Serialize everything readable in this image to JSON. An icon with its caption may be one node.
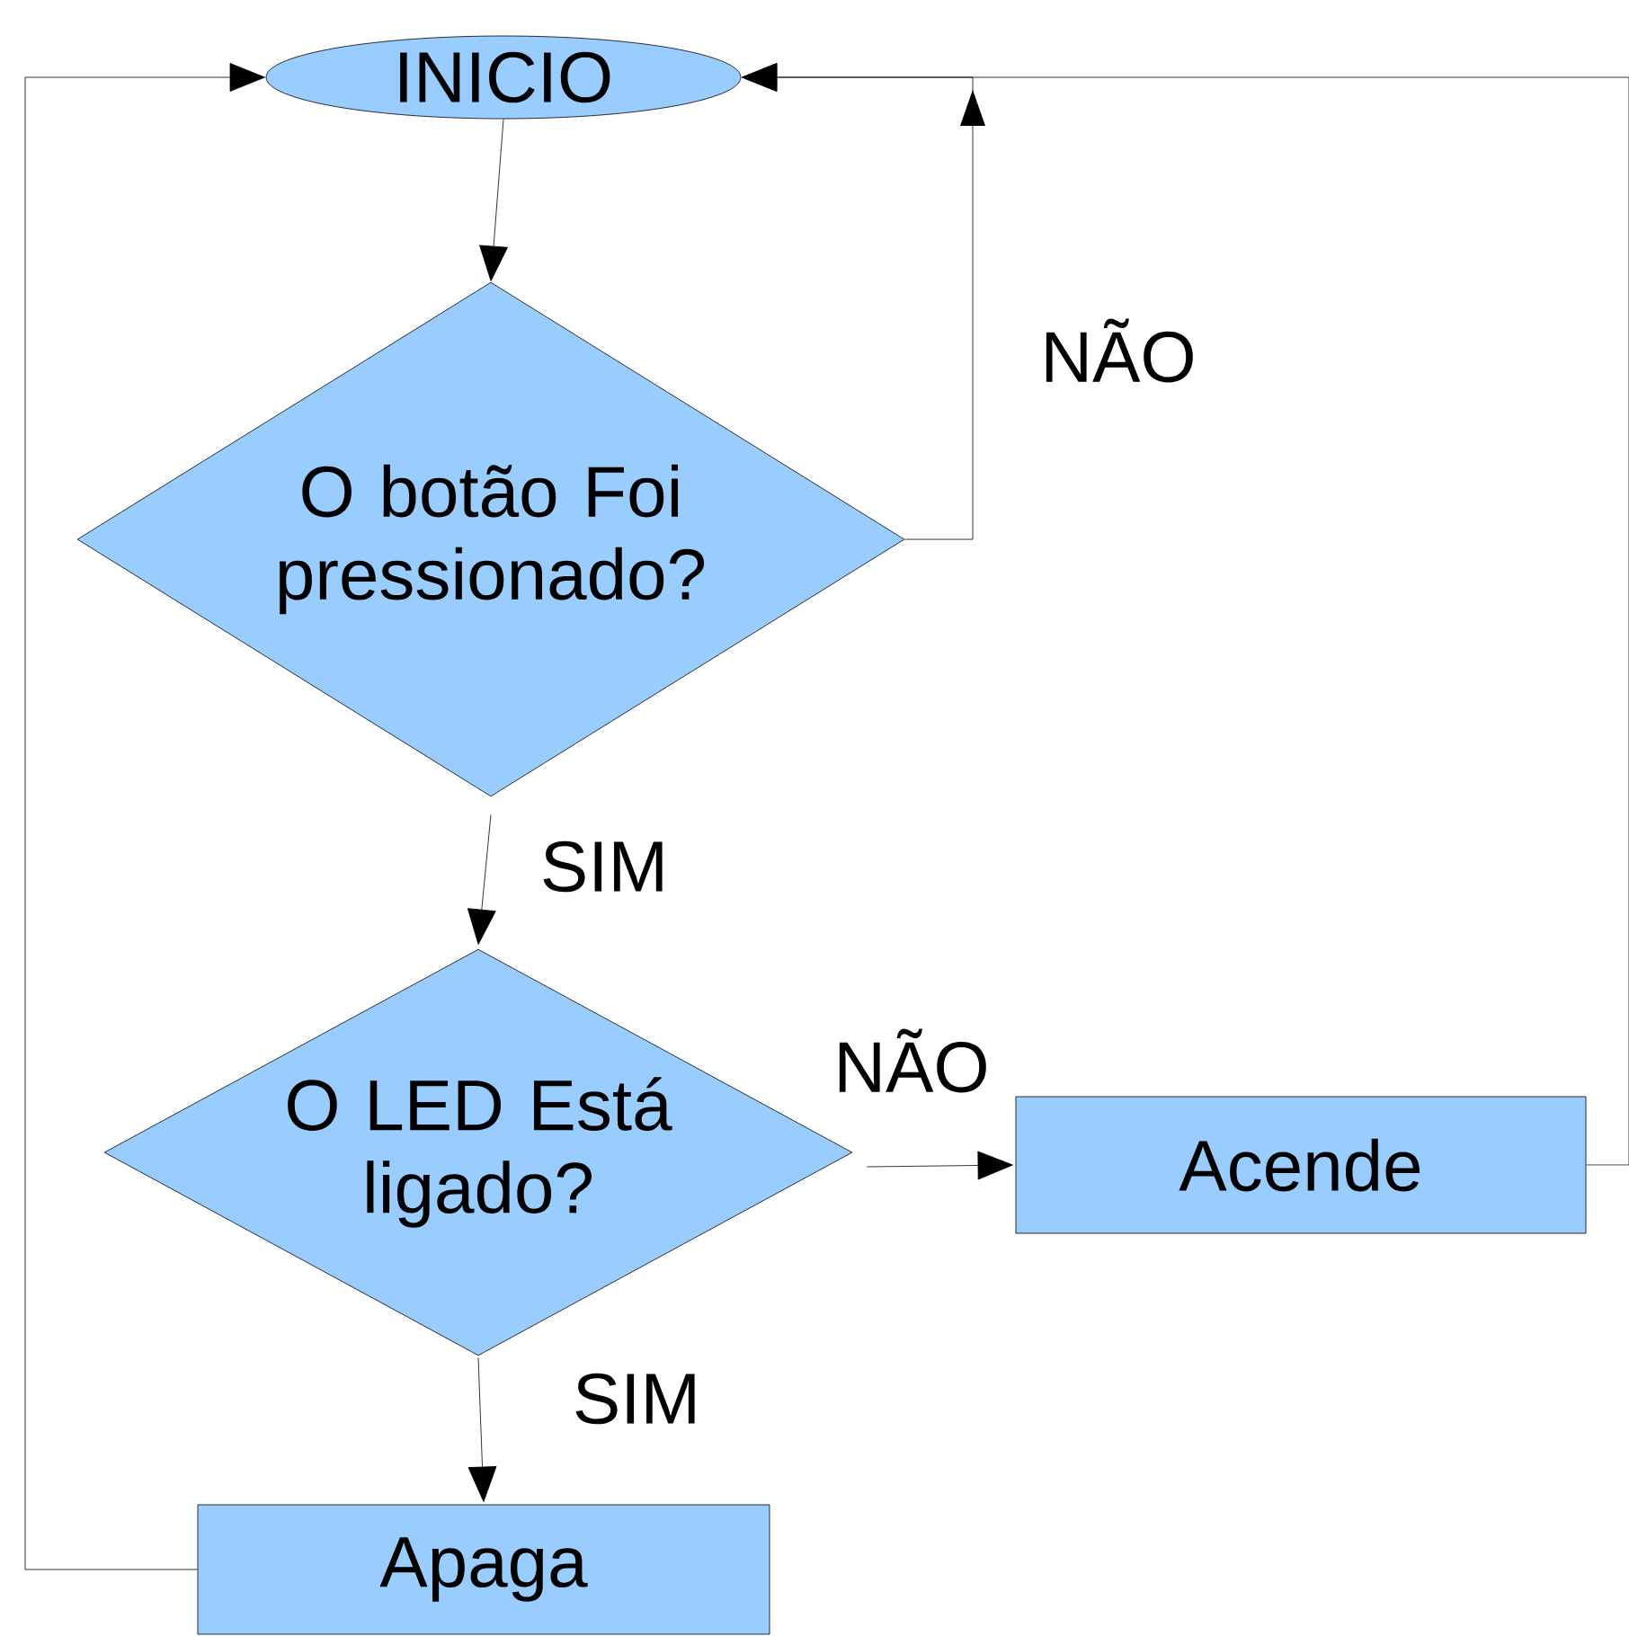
{
  "diagram": {
    "nodes": [
      {
        "text": [
          "INICIO"
        ]
      },
      {
        "text": [
          "O botão Foi pressionado?"
        ]
      },
      {
        "text": [
          "O LED Está ligado?"
        ]
      },
      {
        "text": [
          "Acende"
        ]
      },
      {
        "text": [
          "Apaga"
        ]
      }
    ],
    "edges": [
      {
        "from": 0,
        "to": 1,
        "arrow": "to"
      },
      {
        "from": 1,
        "to": 0,
        "arrow": "to",
        "label": "NÃO"
      },
      {
        "from": 1,
        "to": 2,
        "arrow": "to",
        "label": "SIM"
      },
      {
        "from": 2,
        "to": 3,
        "arrow": "to",
        "label": "NÃO"
      },
      {
        "from": 3,
        "to": 0,
        "arrow": "to"
      },
      {
        "from": 2,
        "to": 4,
        "arrow": "to",
        "label": "SIM"
      },
      {
        "from": 4,
        "to": 0,
        "arrow": "to"
      }
    ]
  }
}
